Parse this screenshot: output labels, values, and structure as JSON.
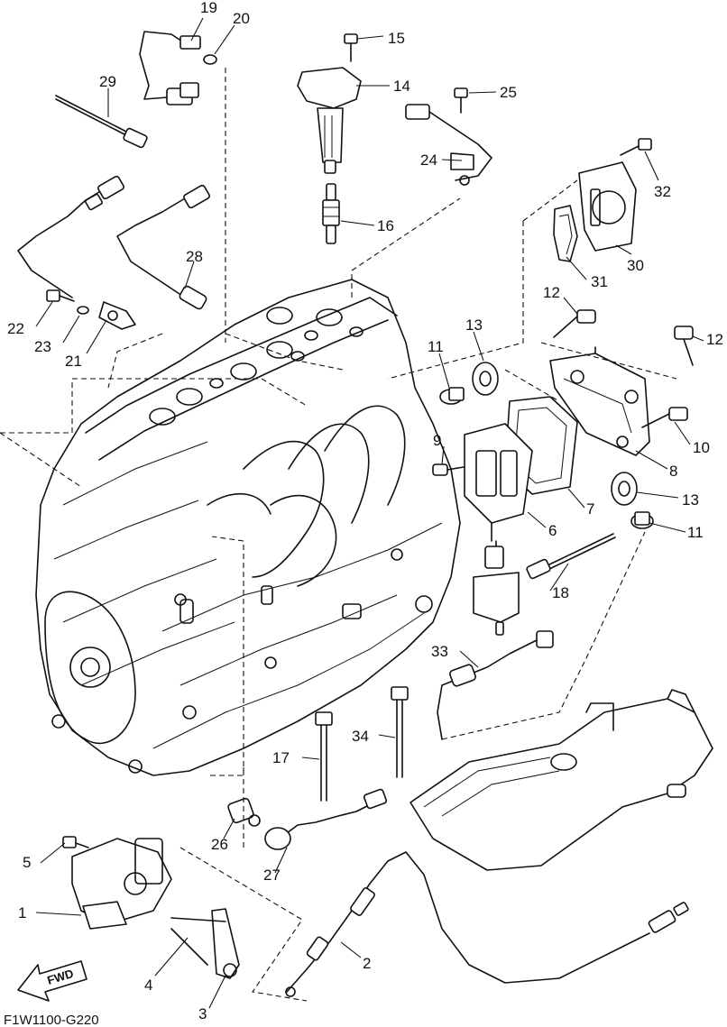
{
  "diagram_code": "F1W1100-G220",
  "fwd_label": "FWD",
  "callouts": [
    "1",
    "2",
    "3",
    "4",
    "5",
    "6",
    "7",
    "8",
    "9",
    "10",
    "11",
    "11",
    "12",
    "12",
    "13",
    "13",
    "14",
    "15",
    "16",
    "17",
    "18",
    "19",
    "20",
    "21",
    "22",
    "23",
    "24",
    "25",
    "26",
    "27",
    "28",
    "29",
    "30",
    "31",
    "32",
    "33",
    "34"
  ]
}
